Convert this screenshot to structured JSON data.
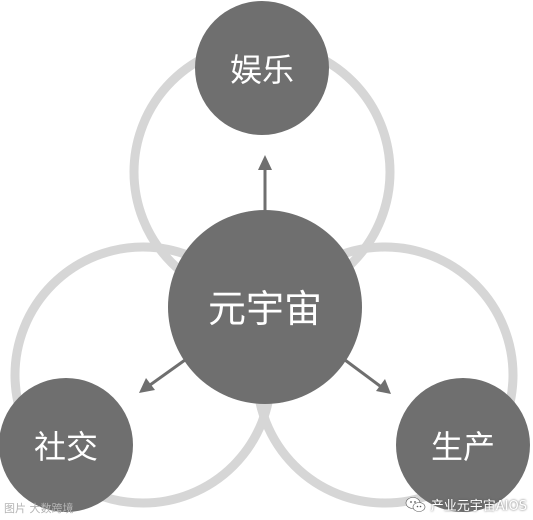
{
  "diagram": {
    "center": {
      "label": "元宇宙"
    },
    "nodes": [
      {
        "key": "top",
        "label": "娱乐"
      },
      {
        "key": "left",
        "label": "社交"
      },
      {
        "key": "right",
        "label": "生产"
      }
    ]
  },
  "watermarks": {
    "left": "图片 大数跨境",
    "right": "产业元宇宙AIOS"
  },
  "colors": {
    "ring": "#d6d6d6",
    "node_fill": "#6f6f6f",
    "node_text": "#ffffff",
    "arrow": "#6f6f6f"
  }
}
